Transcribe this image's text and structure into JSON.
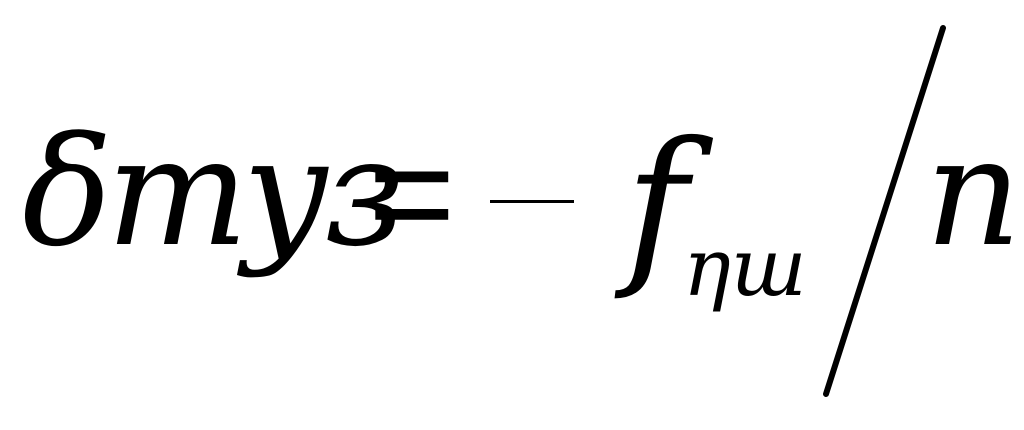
{
  "formula": {
    "lhs": "δтуз",
    "equals": "=",
    "minus": "−",
    "numerator": "f",
    "subscript": "ηш",
    "denominator": "n"
  }
}
